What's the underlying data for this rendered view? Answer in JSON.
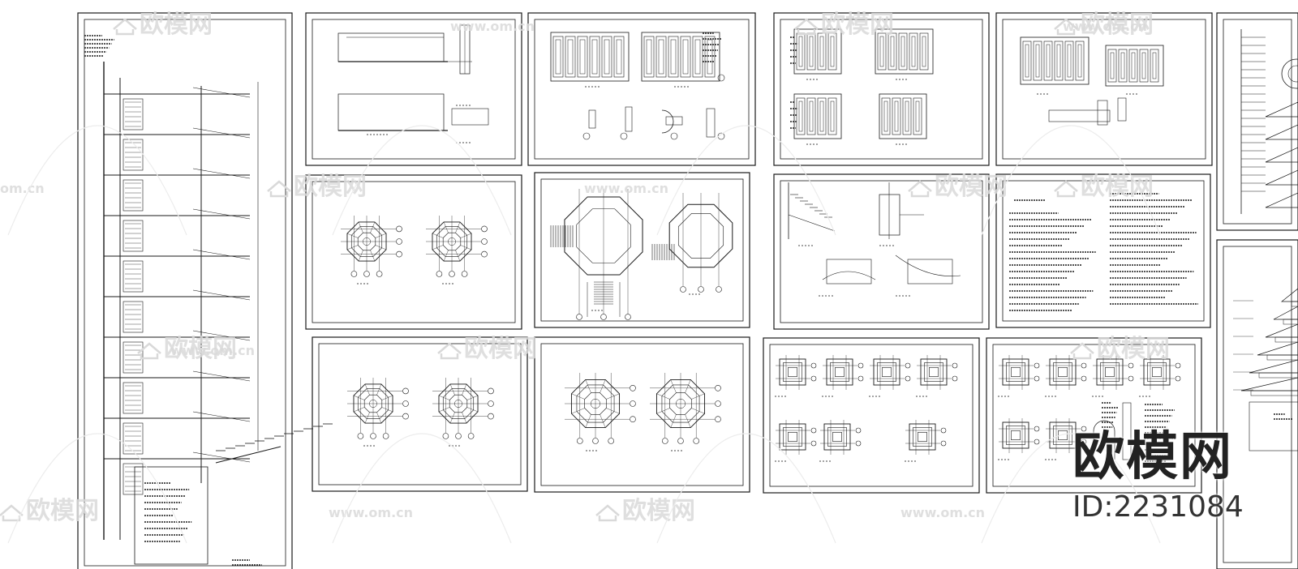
{
  "watermark": {
    "brand": "欧模网",
    "domain": "www.om.cn",
    "domain_short": "om.cn",
    "id_label": "ID:2231084"
  },
  "sheets": [
    {
      "name": "sheet-tall-section",
      "content": "section"
    },
    {
      "name": "sheet-railing-elevation",
      "content": "railing"
    },
    {
      "name": "sheet-window-panels-1",
      "content": "panels"
    },
    {
      "name": "sheet-window-panels-2",
      "content": "panels"
    },
    {
      "name": "sheet-window-panels-3",
      "content": "panels"
    },
    {
      "name": "sheet-pagoda-elevation-top",
      "content": "pagoda"
    },
    {
      "name": "sheet-octagon-plans-1",
      "content": "octagons"
    },
    {
      "name": "sheet-octagon-stair-plan",
      "content": "octagons"
    },
    {
      "name": "sheet-details-sections",
      "content": "details"
    },
    {
      "name": "sheet-design-notes",
      "content": "notes"
    },
    {
      "name": "sheet-pagoda-elevation-bottom",
      "content": "pagoda"
    },
    {
      "name": "sheet-octagon-plans-2",
      "content": "octagons"
    },
    {
      "name": "sheet-octagon-plans-3",
      "content": "octagons"
    },
    {
      "name": "sheet-square-plans-1",
      "content": "squares"
    },
    {
      "name": "sheet-square-plans-2",
      "content": "squares"
    }
  ],
  "colors": {
    "line": "#1a1a1a",
    "watermark": "#d9d9d9",
    "background": "#ffffff"
  }
}
